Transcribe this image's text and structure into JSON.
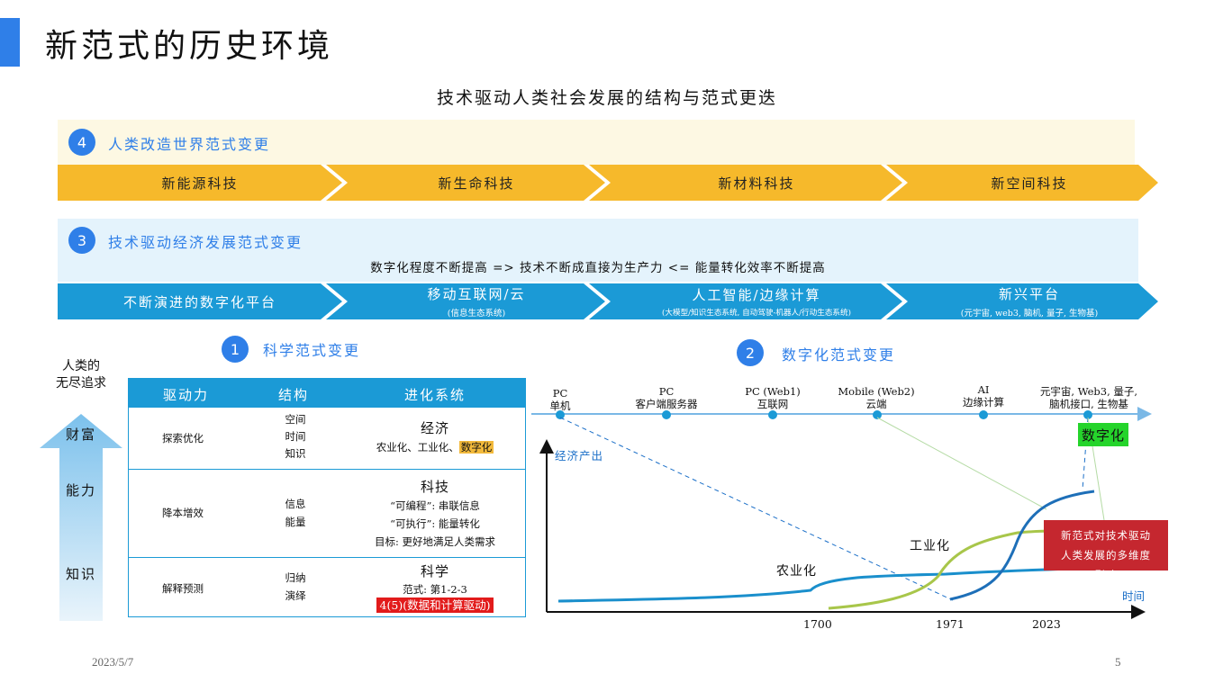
{
  "page_title": "新范式的历史环境",
  "subtitle": "技术驱动人类社会发展的结构与范式更迭",
  "section4": {
    "number": "4",
    "label": "人类改造世界范式变更",
    "chevrons": [
      "新能源科技",
      "新生命科技",
      "新材料科技",
      "新空间科技"
    ]
  },
  "section3": {
    "number": "3",
    "label": "技术驱动经济发展范式变更",
    "note": "数字化程度不断提高 => 技术不断成直接为生产力  <= 能量转化效率不断提高",
    "chevrons": [
      {
        "main": "不断演进的数字化平台",
        "sub": ""
      },
      {
        "main": "移动互联网/云",
        "sub": "(信息生态系统)"
      },
      {
        "main": "人工智能/边缘计算",
        "sub": "(大模型/知识生态系统, 自动驾驶-机器人/行动生态系统)"
      },
      {
        "main": "新兴平台",
        "sub": "(元宇宙, web3, 脑机, 量子, 生物基)"
      }
    ]
  },
  "section1": {
    "number": "1",
    "label": "科学范式变更"
  },
  "section2": {
    "number": "2",
    "label": "数字化范式变更"
  },
  "left": {
    "heading_line1": "人类的",
    "heading_line2": "无尽追求",
    "levels": [
      "财富",
      "能力",
      "知识"
    ]
  },
  "table": {
    "headers": [
      "驱动力",
      "结构",
      "进化系统"
    ],
    "rows": [
      {
        "driver": "探索优化",
        "structure": [
          "空间",
          "时间",
          "知识"
        ],
        "system_title": "经济",
        "system_line_prefix": "农业化、工业化、",
        "system_line_highlight": "数字化"
      },
      {
        "driver": "降本增效",
        "structure": [
          "信息",
          "能量"
        ],
        "system_title": "科技",
        "system_lines": [
          "“可编程”: 串联信息",
          "“可执行”: 能量转化",
          "目标: 更好地满足人类需求"
        ]
      },
      {
        "driver": "解释预测",
        "structure": [
          "归纳",
          "演绎"
        ],
        "system_title": "科学",
        "system_line": "范式: 第1-2-3",
        "system_highlight": "4(5)(数据和计算驱动)"
      }
    ]
  },
  "timeline": [
    {
      "line1": "PC",
      "line2": "单机"
    },
    {
      "line1": "PC",
      "line2": "客户端服务器"
    },
    {
      "line1": "PC (Web1)",
      "line2": "互联网"
    },
    {
      "line1": "Mobile (Web2)",
      "line2": "云端"
    },
    {
      "line1": "AI",
      "line2": "边缘计算"
    },
    {
      "line1": "元宇宙, Web3, 量子,",
      "line2": "脑机接口, 生物基"
    }
  ],
  "chart": {
    "ylabel": "经济产出",
    "xlabel": "时间",
    "x_ticks": [
      "1700",
      "1971",
      "2023"
    ],
    "curve_labels": {
      "agri": "农业化",
      "indus": "工业化"
    },
    "digital_label": "数字化",
    "impact_box": "新范式对技术驱动人类发展的多维度影响",
    "colors": {
      "agri": "#1a8fcc",
      "indus": "#a8c64a",
      "digital": "#1e6fb8"
    }
  },
  "footer": {
    "date": "2023/5/7",
    "page": "5"
  }
}
